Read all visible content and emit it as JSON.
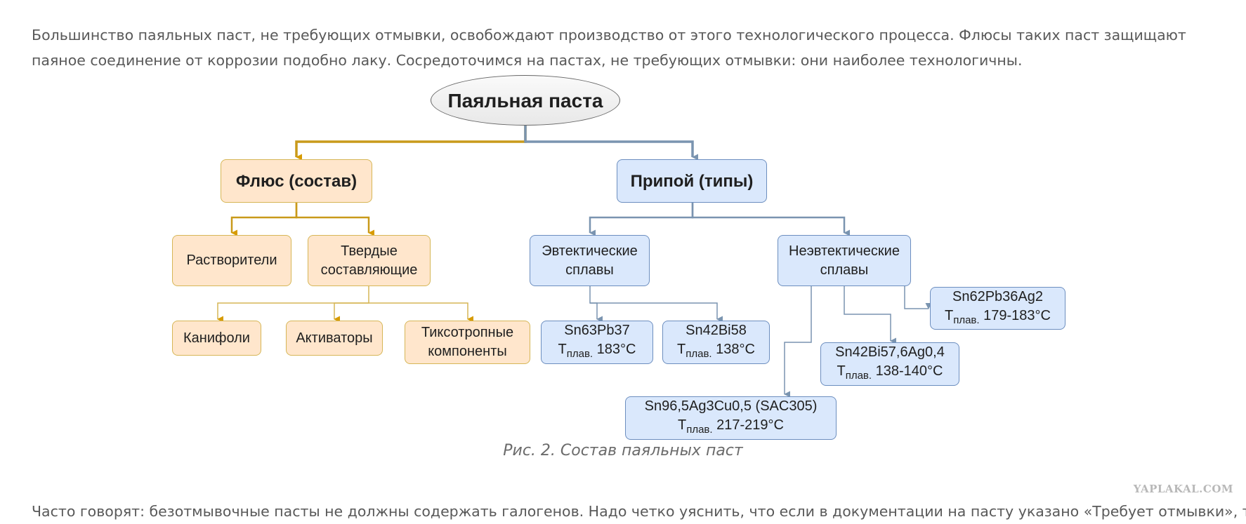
{
  "article": {
    "paragraph1": "Большинство паяльных паст, не требующих отмывки, освобождают производство от этого технологического процесса. Флюсы таких паст защищают паяное соединение от коррозии подобно лаку. Сосредоточимся на пастах, не требующих отмывки: они наиболее технологичны.",
    "caption": "Рис. 2. Состав паяльных паст",
    "paragraph2": "Часто говорят: безотмывочные пасты не должны содержать галогенов. Надо четко уяснить, что если в документации на пасту указано «Требует отмывки», то",
    "watermark": "YAPLAKAL.COM"
  },
  "diagram": {
    "root": "Паяльная паста",
    "flux": {
      "title": "Флюс (состав)",
      "solvents": "Растворители",
      "solids": {
        "line1": "Твердые",
        "line2": "составляющие"
      },
      "rosin": "Канифоли",
      "activators": "Активаторы",
      "thixotropic": {
        "line1": "Тиксотропные",
        "line2": "компоненты"
      }
    },
    "solder": {
      "title": "Припой (типы)",
      "eutectic": {
        "line1": "Эвтектические",
        "line2": "сплавы"
      },
      "noneutectic": {
        "line1": "Неэвтектические",
        "line2": "сплавы"
      },
      "temp_prefix": "T",
      "temp_sub": "плав.",
      "alloys": [
        {
          "name": "Sn63Pb37",
          "temp": "183°C"
        },
        {
          "name": "Sn42Bi58",
          "temp": "138°C"
        },
        {
          "name": "Sn62Pb36Ag2",
          "temp": "179-183°C"
        },
        {
          "name": "Sn42Bi57,6Ag0,4",
          "temp": "138-140°C"
        },
        {
          "name": "Sn96,5Ag3Cu0,5 (SAC305)",
          "temp": "217-219°C"
        }
      ]
    },
    "colors": {
      "orange_fill": "#ffe6cc",
      "orange_stroke": "#d6b656",
      "blue_fill": "#dae8fc",
      "blue_stroke": "#6c8ebf",
      "orange_edge": "#d79b00",
      "blue_edge": "#7a94b0"
    }
  }
}
